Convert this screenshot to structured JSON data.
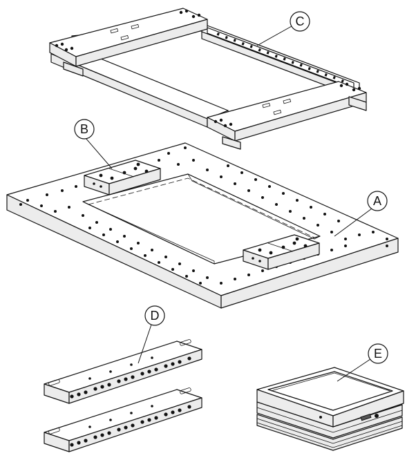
{
  "callouts": {
    "a": "A",
    "b": "B",
    "c": "C",
    "d": "D",
    "e": "E"
  },
  "colors": {
    "line": "#111111",
    "background": "#ffffff",
    "shade": "#ececec"
  }
}
